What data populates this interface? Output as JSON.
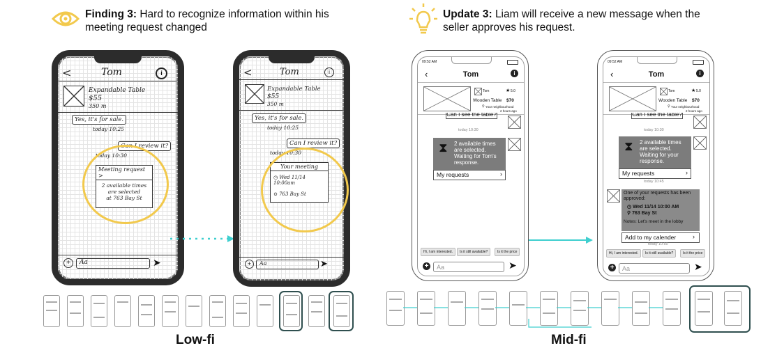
{
  "finding": {
    "label": "Finding 3:",
    "text": "Hard to recognize information within his meeting request changed"
  },
  "update": {
    "label": "Update 3:",
    "text": "Liam will receive a new message when the seller approves his request."
  },
  "captions": {
    "lowfi": "Low-fi",
    "midfi": "Mid-fi"
  },
  "colors": {
    "accent": "#f2c94c",
    "arrow": "#3fcfcf",
    "dark_frame": "#2f4f4f",
    "card_gray": "#7c7c7c"
  },
  "lowfi_before": {
    "title": "Tom",
    "item": "Expandable Table",
    "price": "$55",
    "dist": "350 m",
    "msg1": "Yes, it's for sale.",
    "time1": "today 10:25",
    "msg2": "Can I review it?",
    "time2": "today 10:30",
    "card_title": "Meeting request >",
    "card_text1": "2 available times",
    "card_text2": "are selected",
    "card_text3": "at 763 Bay St",
    "input": "Aa"
  },
  "lowfi_after": {
    "title": "Tom",
    "item": "Expandable Table",
    "price": "$55",
    "dist": "350 m",
    "msg1": "Yes, it's for sale.",
    "time1": "today 10:25",
    "msg2": "Can I review it?",
    "time2": "today 10:30",
    "card_title": "Your meeting",
    "card_line1": "Wed 11/14 10:00am",
    "card_line2": "763 Bay St",
    "input": "Aa"
  },
  "midfi_before": {
    "status": "09:52 AM",
    "title": "Tom",
    "seller": "Tom",
    "rating": "5.0",
    "item": "Wooden Table",
    "price": "$70",
    "location": "Your neighbourhood",
    "posted": "2 hours ago",
    "msg_partial": "Can I see the table?",
    "time": "today 10:30",
    "card_text": "2 available times are selected. Waiting for Tom's response.",
    "requests": "My requests",
    "quick": [
      "Hi, I am interested.",
      "Is it still available?",
      "Is it the price"
    ],
    "input": "Aa"
  },
  "midfi_after": {
    "status": "09:52 AM",
    "title": "Tom",
    "seller": "Tom",
    "rating": "5.0",
    "item": "Wooden Table",
    "price": "$70",
    "location": "Your neighbourhood",
    "posted": "2 hours ago",
    "msg_partial": "Can I see the table?",
    "time1": "today 10:30",
    "card_text": "2 available times are selected. Waiting for your response.",
    "requests": "My requests",
    "time2": "today 10:45",
    "approved_title": "One of your requests has been approved:",
    "approved_date": "Wed 11/14 10:00 AM",
    "approved_place": "763 Bay St",
    "notes": "Notes: Let's meet in the lobby",
    "calendar": "Add to my calender",
    "time3": "today 10:50",
    "quick": [
      "Hi, I am interested.",
      "Is it still available?",
      "Is it the price"
    ],
    "input": "Aa"
  }
}
